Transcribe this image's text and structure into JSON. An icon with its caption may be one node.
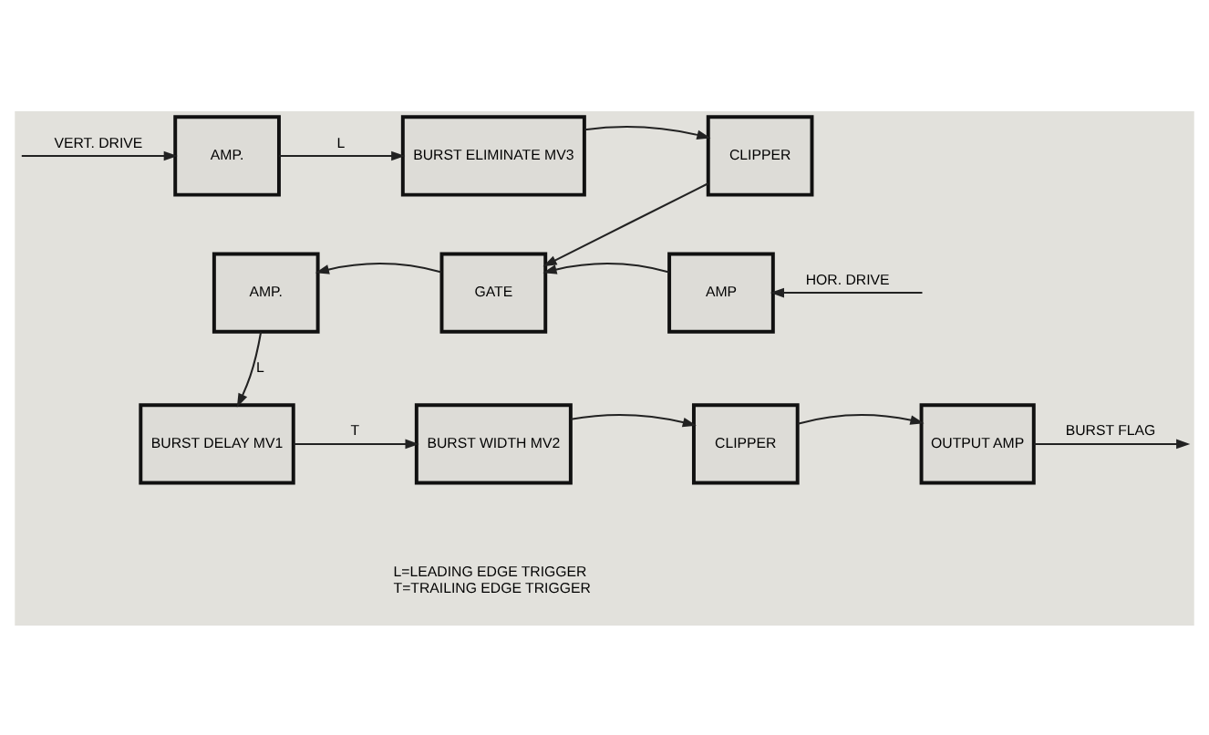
{
  "diagram": {
    "nodes": [
      {
        "text": [
          "AMP."
        ]
      },
      {
        "text": [
          "BURST ELIMINATE MV3"
        ]
      },
      {
        "text": [
          "CLIPPER"
        ]
      },
      {
        "text": [
          "AMP."
        ]
      },
      {
        "text": [
          "GATE"
        ]
      },
      {
        "text": [
          "AMP"
        ]
      },
      {
        "text": [
          "BURST DELAY MV1"
        ]
      },
      {
        "text": [
          "BURST WIDTH MV2"
        ]
      },
      {
        "text": [
          "CLIPPER"
        ]
      },
      {
        "text": [
          "OUTPUT AMP"
        ]
      }
    ],
    "edges": [
      {
        "from": null,
        "to": 0,
        "arrow": "to",
        "label": "VERT. DRIVE"
      },
      {
        "from": 0,
        "to": 1,
        "arrow": "to",
        "label": "L"
      },
      {
        "from": 1,
        "to": 2,
        "arrow": "to"
      },
      {
        "from": 2,
        "to": 4,
        "arrow": "to"
      },
      {
        "from": null,
        "to": 5,
        "arrow": "to",
        "label": "HOR. DRIVE"
      },
      {
        "from": 5,
        "to": 4,
        "arrow": "to"
      },
      {
        "from": 4,
        "to": 3,
        "arrow": "to"
      },
      {
        "from": 3,
        "to": 6,
        "arrow": "to",
        "label": "L"
      },
      {
        "from": 6,
        "to": 7,
        "arrow": "to",
        "label": "T"
      },
      {
        "from": 7,
        "to": 8,
        "arrow": "to"
      },
      {
        "from": 8,
        "to": 9,
        "arrow": "to"
      },
      {
        "from": 9,
        "to": null,
        "arrow": "to",
        "label": "BURST FLAG"
      }
    ],
    "labels": [
      "L=LEADING EDGE TRIGGER",
      "T=TRAILING EDGE TRIGGER"
    ]
  }
}
